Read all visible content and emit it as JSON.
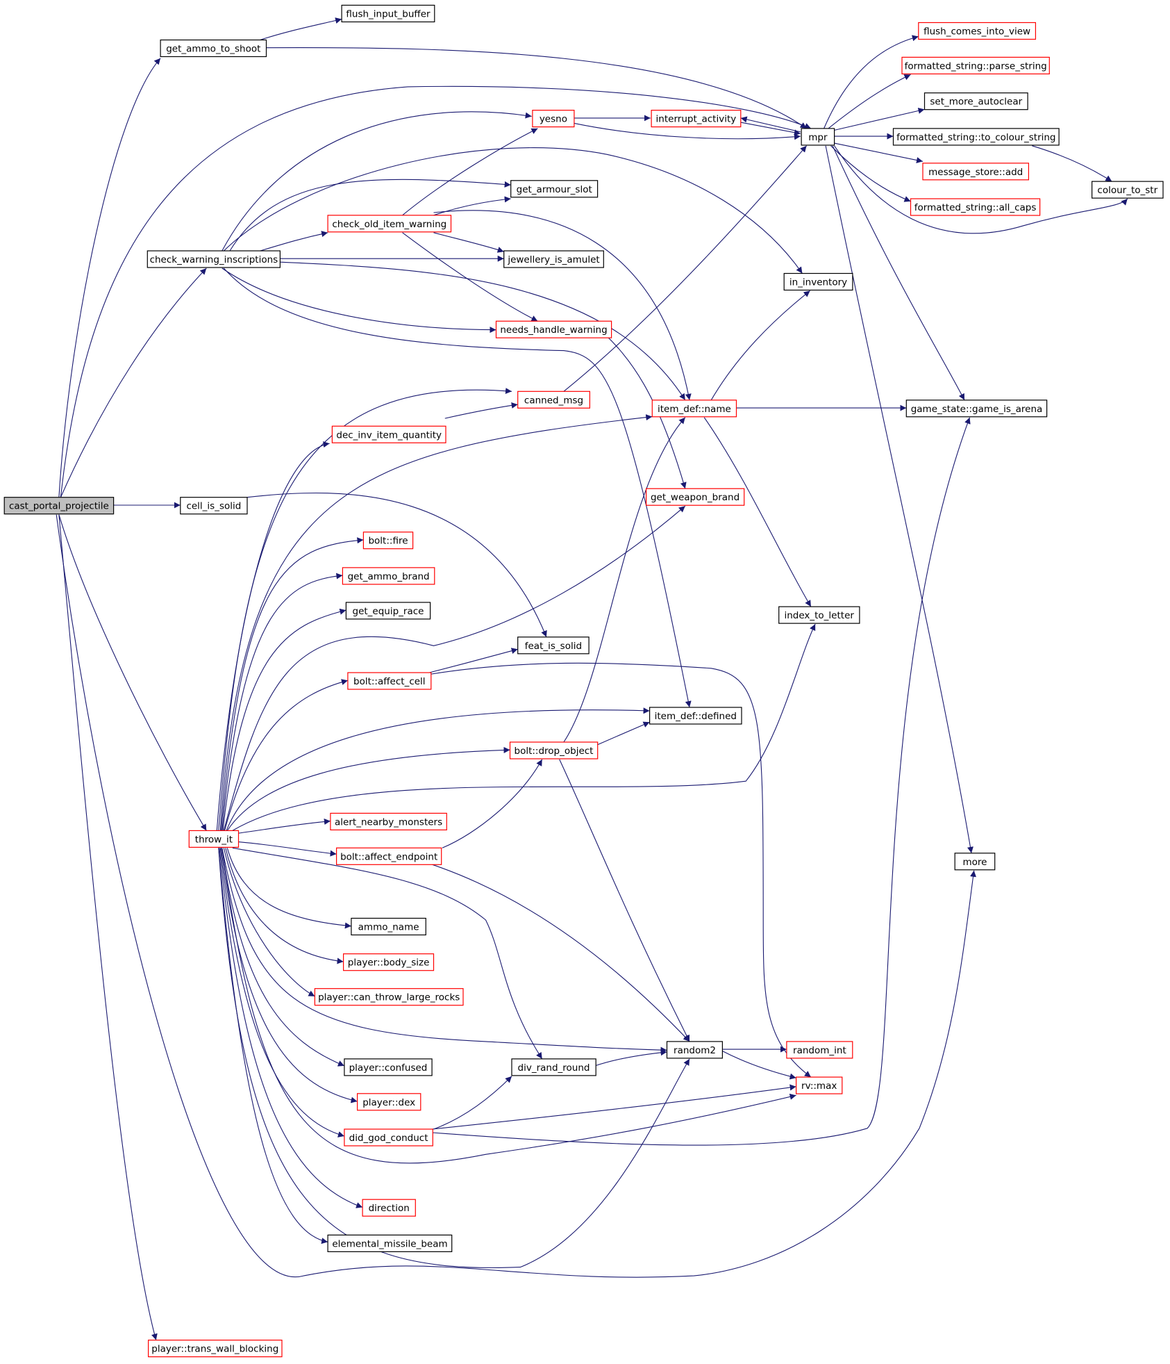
{
  "colors": {
    "edge": "#191970",
    "linked_border": "#ff0000",
    "normal_border": "#000000",
    "focus_fill": "#bfbfbf"
  },
  "nodes": {
    "cast_portal_projectile": {
      "label": "cast_portal_projectile",
      "style": "focus"
    },
    "flush_input_buffer": {
      "label": "flush_input_buffer",
      "style": "normal"
    },
    "get_ammo_to_shoot": {
      "label": "get_ammo_to_shoot",
      "style": "normal"
    },
    "yesno": {
      "label": "yesno",
      "style": "linked"
    },
    "interrupt_activity": {
      "label": "interrupt_activity",
      "style": "linked"
    },
    "mpr": {
      "label": "mpr",
      "style": "normal"
    },
    "flush_comes_into_view": {
      "label": "flush_comes_into_view",
      "style": "linked"
    },
    "parse_string": {
      "label": "formatted_string::parse_string",
      "style": "linked"
    },
    "set_more_autoclear": {
      "label": "set_more_autoclear",
      "style": "normal"
    },
    "to_colour_string": {
      "label": "formatted_string::to_colour_string",
      "style": "normal"
    },
    "message_store_add": {
      "label": "message_store::add",
      "style": "linked"
    },
    "all_caps": {
      "label": "formatted_string::all_caps",
      "style": "linked"
    },
    "colour_to_str": {
      "label": "colour_to_str",
      "style": "normal"
    },
    "get_armour_slot": {
      "label": "get_armour_slot",
      "style": "normal"
    },
    "check_old_item_warning": {
      "label": "check_old_item_warning",
      "style": "linked"
    },
    "check_warning_inscriptions": {
      "label": "check_warning_inscriptions",
      "style": "normal"
    },
    "jewellery_is_amulet": {
      "label": "jewellery_is_amulet",
      "style": "normal"
    },
    "in_inventory": {
      "label": "in_inventory",
      "style": "normal"
    },
    "needs_handle_warning": {
      "label": "needs_handle_warning",
      "style": "linked"
    },
    "canned_msg": {
      "label": "canned_msg",
      "style": "linked"
    },
    "dec_inv_item_quantity": {
      "label": "dec_inv_item_quantity",
      "style": "linked"
    },
    "item_def_name": {
      "label": "item_def::name",
      "style": "linked"
    },
    "game_is_arena": {
      "label": "game_state::game_is_arena",
      "style": "normal"
    },
    "cell_is_solid": {
      "label": "cell_is_solid",
      "style": "normal"
    },
    "get_weapon_brand": {
      "label": "get_weapon_brand",
      "style": "linked"
    },
    "bolt_fire": {
      "label": "bolt::fire",
      "style": "linked"
    },
    "get_ammo_brand": {
      "label": "get_ammo_brand",
      "style": "linked"
    },
    "get_equip_race": {
      "label": "get_equip_race",
      "style": "normal"
    },
    "index_to_letter": {
      "label": "index_to_letter",
      "style": "normal"
    },
    "feat_is_solid": {
      "label": "feat_is_solid",
      "style": "normal"
    },
    "bolt_affect_cell": {
      "label": "bolt::affect_cell",
      "style": "linked"
    },
    "item_def_defined": {
      "label": "item_def::defined",
      "style": "normal"
    },
    "bolt_drop_object": {
      "label": "bolt::drop_object",
      "style": "linked"
    },
    "alert_nearby_monsters": {
      "label": "alert_nearby_monsters",
      "style": "linked"
    },
    "throw_it": {
      "label": "throw_it",
      "style": "linked"
    },
    "bolt_affect_endpoint": {
      "label": "bolt::affect_endpoint",
      "style": "linked"
    },
    "more": {
      "label": "more",
      "style": "normal"
    },
    "ammo_name": {
      "label": "ammo_name",
      "style": "normal"
    },
    "player_body_size": {
      "label": "player::body_size",
      "style": "linked"
    },
    "player_can_throw_large_rocks": {
      "label": "player::can_throw_large_rocks",
      "style": "linked"
    },
    "random2": {
      "label": "random2",
      "style": "normal"
    },
    "random_int": {
      "label": "random_int",
      "style": "linked"
    },
    "player_confused": {
      "label": "player::confused",
      "style": "normal"
    },
    "div_rand_round": {
      "label": "div_rand_round",
      "style": "normal"
    },
    "rv_max": {
      "label": "rv::max",
      "style": "linked"
    },
    "player_dex": {
      "label": "player::dex",
      "style": "linked"
    },
    "did_god_conduct": {
      "label": "did_god_conduct",
      "style": "linked"
    },
    "direction": {
      "label": "direction",
      "style": "linked"
    },
    "elemental_missile_beam": {
      "label": "elemental_missile_beam",
      "style": "normal"
    },
    "player_trans_wall_blocking": {
      "label": "player::trans_wall_blocking",
      "style": "linked"
    }
  }
}
